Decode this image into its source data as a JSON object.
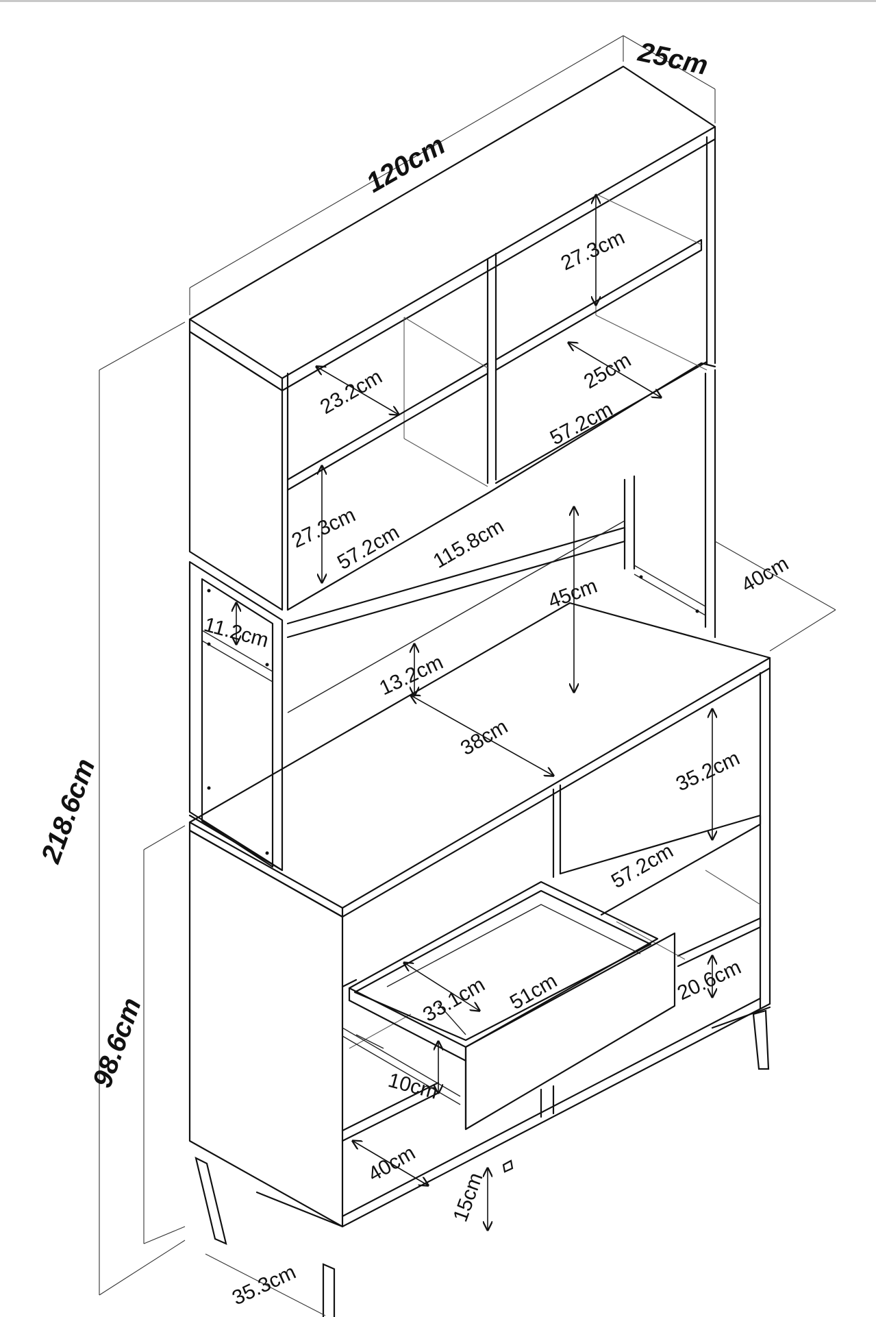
{
  "dimensions": {
    "width_top": "120cm",
    "depth_top": "25cm",
    "height_total": "218.6cm",
    "height_base": "98.6cm",
    "upper_shelf_height_right": "27.3cm",
    "upper_shelf_height_left": "23.2cm",
    "upper_shelf_depth": "25cm",
    "upper_shelf_width_right": "57.2cm",
    "lower_upper_shelf_height": "27.3cm",
    "lower_upper_shelf_width": "57.2cm",
    "upper_inner_width": "115.8cm",
    "open_gap_height": "45cm",
    "base_depth": "40cm",
    "side_frame_height": "11.2cm",
    "back_shelf_height": "13.2cm",
    "counter_depth": "38cm",
    "right_compartment_height": "35.2cm",
    "right_shelf_width": "57.2cm",
    "drawer_depth": "33.1cm",
    "drawer_width": "51cm",
    "lower_right_height": "20.6cm",
    "drawer_height": "10cm",
    "bottom_depth": "40cm",
    "leg_height": "15cm",
    "side_depth": "35.3cm"
  }
}
